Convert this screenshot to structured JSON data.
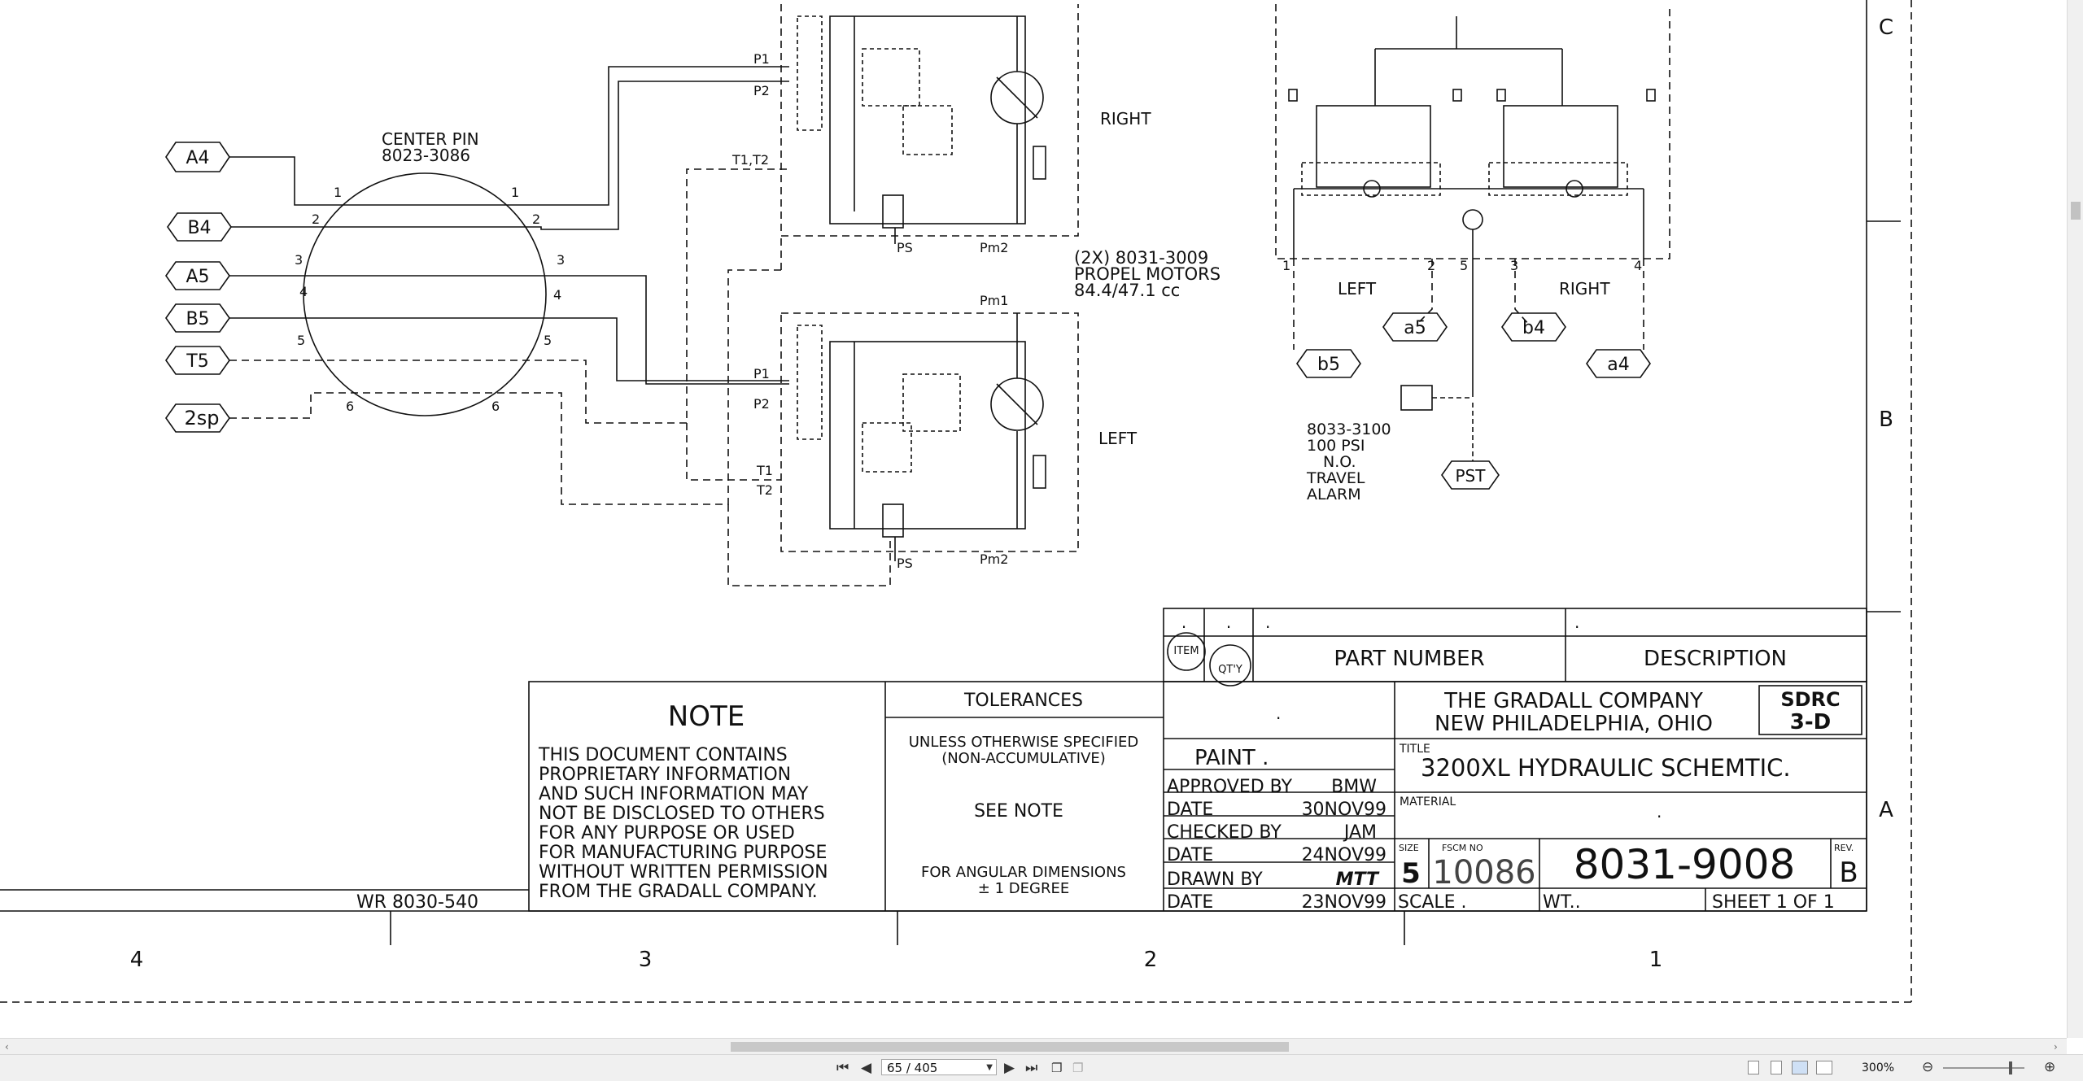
{
  "accent_color": "#e8720c",
  "schematic": {
    "connectors": {
      "a4": "A4",
      "b4": "B4",
      "a5": "A5",
      "b5": "B5",
      "t5": "T5",
      "two_sp": "2sp",
      "lower_b5": "b5",
      "lower_a5": "a5",
      "lower_b4": "b4",
      "lower_a4": "a4",
      "pst": "PST"
    },
    "center_pin": {
      "title": "CENTER PIN",
      "part": "8023-3086"
    },
    "pins": [
      "1",
      "2",
      "3",
      "4",
      "5",
      "6"
    ],
    "ports": {
      "p1": "P1",
      "p2": "P2",
      "t1t2": "T1,T2",
      "t1": "T1",
      "t2": "T2",
      "ps": "PS",
      "pm1": "Pm1",
      "pm2": "Pm2"
    },
    "motor_right": "RIGHT",
    "motor_left": "LEFT",
    "propel_motors": [
      "(2X) 8031-3009",
      "PROPEL MOTORS",
      "84.4/47.1 cc"
    ],
    "brake_left": "LEFT",
    "brake_right": "RIGHT",
    "brake_numbers": [
      "1",
      "2",
      "5",
      "3",
      "4"
    ],
    "alarm": [
      "8033-3100",
      "100 PSI",
      "N.O.",
      "TRAVEL",
      "ALARM"
    ]
  },
  "zones": {
    "rows": [
      "C",
      "B",
      "A"
    ],
    "cols": [
      "4",
      "3",
      "2",
      "1"
    ]
  },
  "title_block": {
    "wr_ref": "WR 8030-540",
    "note_title": "NOTE",
    "note_lines": [
      "THIS DOCUMENT CONTAINS",
      "PROPRIETARY INFORMATION",
      "AND SUCH INFORMATION MAY",
      "NOT BE DISCLOSED TO OTHERS",
      "FOR ANY PURPOSE OR USED",
      "FOR MANUFACTURING PURPOSE",
      "WITHOUT WRITTEN PERMISSION",
      "FROM THE GRADALL COMPANY."
    ],
    "tolerances_title": "TOLERANCES",
    "tolerances_line1": "UNLESS OTHERWISE SPECIFIED",
    "tolerances_line2": "(NON-ACCUMULATIVE)",
    "see_note": "SEE NOTE",
    "angular_line1": "FOR ANGULAR DIMENSIONS",
    "angular_line2": "± 1 DEGREE",
    "dot": ".",
    "item": "ITEM",
    "qty": "QT'Y",
    "part_number_header": "PART NUMBER",
    "description_header": "DESCRIPTION",
    "company_line1": "THE GRADALL COMPANY",
    "company_line2": "NEW PHILADELPHIA, OHIO",
    "logo_line1": "SDRC",
    "logo_line2": "3-D",
    "paint_label": "PAINT .",
    "approved_label": "APPROVED BY",
    "approved_value": "BMW",
    "date_label": "DATE",
    "approved_date": "30NOV99",
    "checked_label": "CHECKED BY",
    "checked_value": "JAM",
    "checked_date": "24NOV99",
    "drawn_label": "DRAWN BY",
    "drawn_value": "MTT",
    "drawn_date": "23NOV99",
    "title_label": "TITLE",
    "title_value": "3200XL HYDRAULIC SCHEMTIC.",
    "material_label": "MATERIAL",
    "size_label": "SIZE",
    "size_value": "5",
    "fscm_label": "FSCM NO",
    "fscm_value": "10086",
    "drawing_number": "8031-9008",
    "rev_label": "REV.",
    "rev_value": "B",
    "scale": "SCALE .",
    "weight": "WT..",
    "sheet": "SHEET 1 OF 1"
  },
  "viewer": {
    "page_indicator": "65 / 405",
    "zoom": "300%",
    "icons": [
      "first-page-icon",
      "prev-page-icon",
      "next-page-icon",
      "last-page-icon",
      "zoom-out-icon",
      "zoom-in-icon"
    ]
  }
}
